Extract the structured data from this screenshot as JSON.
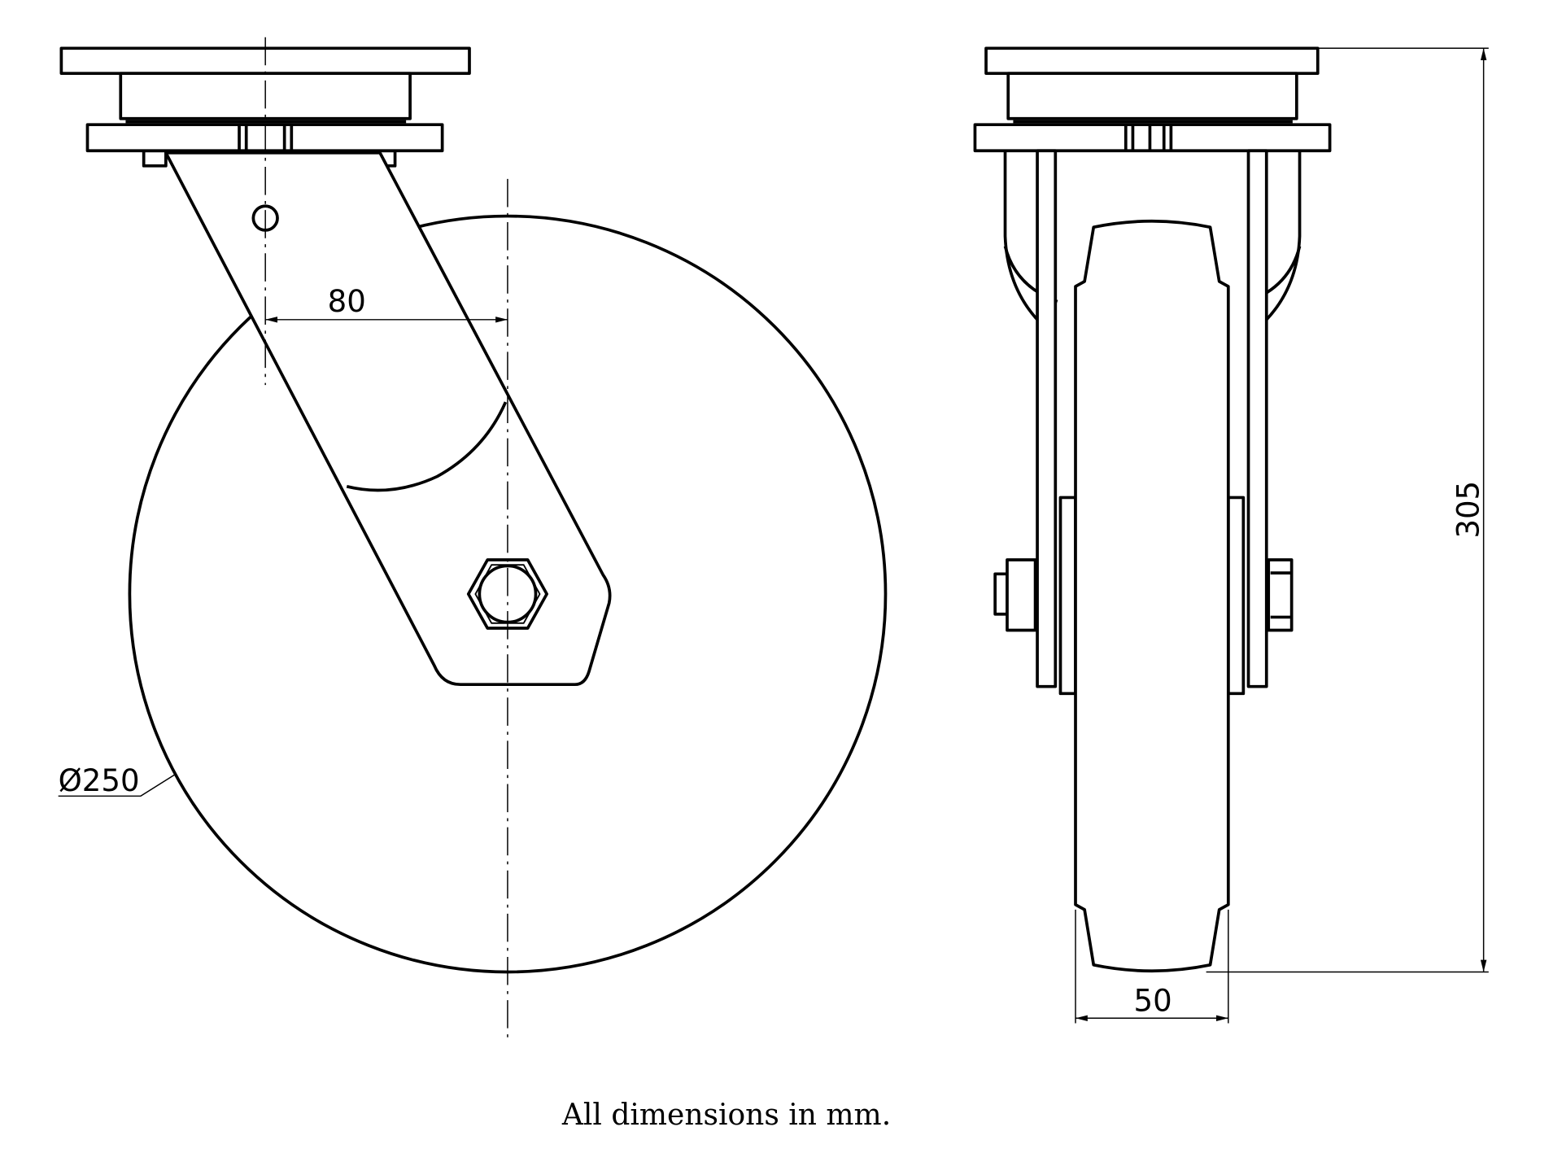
{
  "dimensions": {
    "offset": "80",
    "diameter": "Ø250",
    "width": "50",
    "height": "305"
  },
  "caption": "All dimensions in mm."
}
